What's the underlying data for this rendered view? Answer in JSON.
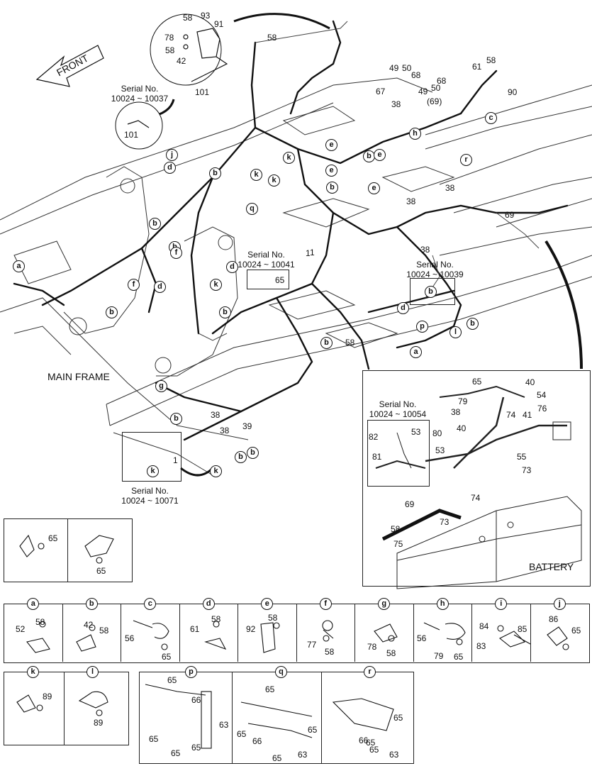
{
  "titles": {
    "front": "FRONT",
    "main_frame": "MAIN FRAME",
    "battery": "BATTERY"
  },
  "serial_notes": [
    {
      "label": "Serial No.",
      "range": "10024 ~ 10037"
    },
    {
      "label": "Serial No.",
      "range": "10024 ~ 10041"
    },
    {
      "label": "Serial No.",
      "range": "10024 ~ 10039"
    },
    {
      "label": "Serial No.",
      "range": "10024 ~ 10054"
    },
    {
      "label": "Serial No.",
      "range": "10024 ~ 10071"
    }
  ],
  "callouts_main": [
    "58",
    "93",
    "91",
    "78",
    "58",
    "42",
    "101",
    "101",
    "58",
    "49",
    "50",
    "68",
    "61",
    "58",
    "67",
    "49",
    "50",
    "68",
    "90",
    "38",
    "(69)",
    "c",
    "h",
    "e",
    "b",
    "e",
    "e",
    "j",
    "d",
    "b",
    "k",
    "k",
    "b",
    "k",
    "e",
    "q",
    "38",
    "r",
    "38",
    "69",
    "38",
    "b",
    "b",
    "f",
    "d",
    "a",
    "f",
    "1",
    "65",
    "d",
    "b",
    "k",
    "b",
    "b",
    "d",
    "p",
    "l",
    "b",
    "58",
    "a",
    "g",
    "b",
    "38",
    "39",
    "38",
    "b",
    "k",
    "b",
    "k",
    "b",
    "1",
    "1"
  ],
  "callouts_battery": [
    "65",
    "40",
    "54",
    "79",
    "38",
    "74",
    "41",
    "76",
    "82",
    "53",
    "80",
    "40",
    "81",
    "53",
    "55",
    "73",
    "74",
    "69",
    "58",
    "73",
    "75"
  ],
  "detail_top": [
    {
      "parts": [
        "65"
      ]
    },
    {
      "parts": [
        "65"
      ]
    }
  ],
  "detail_row1": [
    {
      "letter": "a",
      "parts": [
        "52",
        "58"
      ]
    },
    {
      "letter": "b",
      "parts": [
        "42",
        "58"
      ]
    },
    {
      "letter": "c",
      "parts": [
        "56",
        "65"
      ]
    },
    {
      "letter": "d",
      "parts": [
        "61",
        "58"
      ]
    },
    {
      "letter": "e",
      "parts": [
        "92",
        "58"
      ]
    },
    {
      "letter": "f",
      "parts": [
        "77",
        "58"
      ]
    },
    {
      "letter": "g",
      "parts": [
        "78",
        "58"
      ]
    },
    {
      "letter": "h",
      "parts": [
        "56",
        "79",
        "65"
      ]
    },
    {
      "letter": "i",
      "parts": [
        "84",
        "83",
        "85"
      ]
    },
    {
      "letter": "j",
      "parts": [
        "86",
        "65"
      ]
    }
  ],
  "detail_row2a": [
    {
      "letter": "k",
      "parts": [
        "89"
      ]
    },
    {
      "letter": "l",
      "parts": [
        "89"
      ]
    }
  ],
  "detail_row2b": [
    {
      "letter": "p",
      "parts": [
        "65",
        "66",
        "63",
        "65",
        "65",
        "65"
      ]
    },
    {
      "letter": "q",
      "parts": [
        "65",
        "65",
        "65",
        "66",
        "63",
        "65"
      ]
    },
    {
      "letter": "r",
      "parts": [
        "65",
        "65",
        "66",
        "65",
        "63"
      ]
    }
  ]
}
